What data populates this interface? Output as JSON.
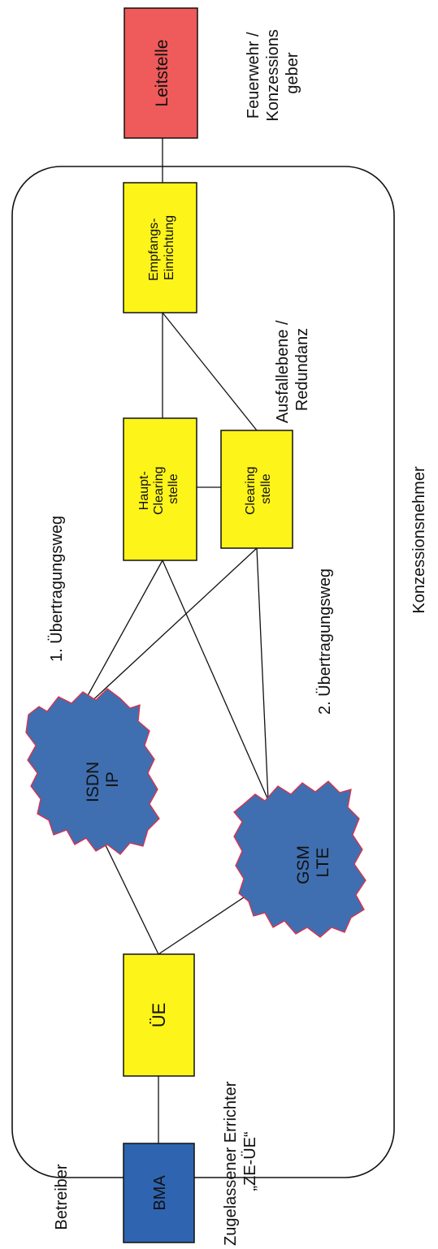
{
  "nodes": {
    "leitstelle": {
      "label": "Leitstelle",
      "fill": "#ef5a5a"
    },
    "empfang": {
      "lines": [
        "Empfangs-",
        "Einrichtung"
      ],
      "fill": "#fdf41a"
    },
    "haupt_clearing": {
      "lines": [
        "Haupt-",
        "Clearing",
        "stelle"
      ],
      "fill": "#fdf41a"
    },
    "clearing": {
      "lines": [
        "Clearing",
        "stelle"
      ],
      "fill": "#fdf41a"
    },
    "isdn_ip": {
      "lines": [
        "ISDN",
        "IP"
      ],
      "fill": "#3f6fb0",
      "stroke": "#e0304a"
    },
    "gsm_lte": {
      "lines": [
        "GSM",
        "LTE"
      ],
      "fill": "#3f6fb0",
      "stroke": "#e0304a"
    },
    "ue": {
      "label": "ÜE",
      "fill": "#fdf41a"
    },
    "bma": {
      "label": "BMA",
      "fill": "#2f64b0"
    }
  },
  "labels": {
    "feuerwehr": [
      "Feuerwehr /",
      "Konzessions",
      "geber"
    ],
    "ausfallebene": [
      "Ausfallebene /",
      "Redundanz"
    ],
    "weg1": "1. Übertragungsweg",
    "weg2": "2. Übertragungsweg",
    "konzessionsnehmer": "Konzessionsnehmer",
    "errichter": [
      "Zugelassener Errichter",
      "„ZE-ÜE“"
    ],
    "betreiber": "Betreiber"
  }
}
